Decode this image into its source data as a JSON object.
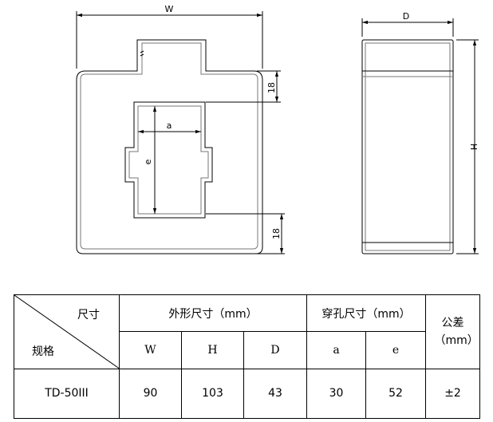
{
  "drawing": {
    "front_view": {
      "width_label": "W",
      "hole_width_label": "a",
      "hole_height_label": "e",
      "top_offset_label": "18",
      "bottom_offset_label": "18"
    },
    "side_view": {
      "depth_label": "D",
      "height_label": "H"
    }
  },
  "table": {
    "corner_top": "尺寸",
    "corner_bottom": "规格",
    "group_outer": "外形尺寸（mm）",
    "group_hole": "穿孔尺寸（mm）",
    "tolerance_header": "公差（mm）",
    "columns": [
      "W",
      "H",
      "D",
      "a",
      "e"
    ],
    "rows": [
      {
        "model": "TD-50III",
        "values": [
          "90",
          "103",
          "43",
          "30",
          "52"
        ],
        "tolerance": "±2"
      }
    ]
  }
}
